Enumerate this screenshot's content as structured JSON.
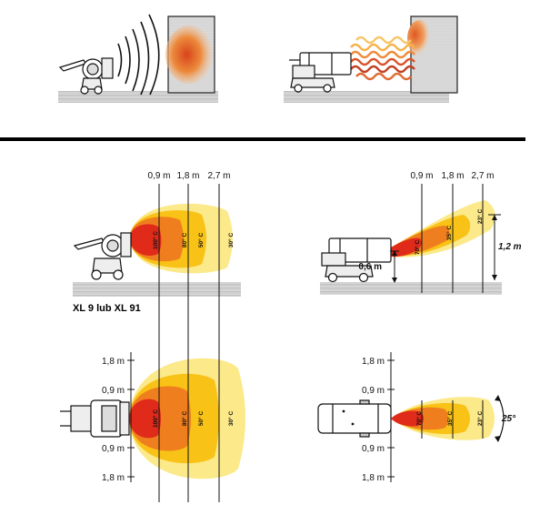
{
  "model_label": "XL 9 lub XL 91",
  "distances": [
    "0,9 m",
    "1,8 m",
    "2,7 m"
  ],
  "left_side_temps": [
    "100° C",
    "80° C",
    "50° C",
    "30° C"
  ],
  "left_top_temps": [
    "100° C",
    "80° C",
    "50° C",
    "30° C"
  ],
  "right_side_temps": [
    "70° C",
    "35° C",
    "23° C"
  ],
  "right_top_temps": [
    "70° C",
    "35° C",
    "23° C"
  ],
  "height_low": "0,6 m",
  "height_high": "1,2 m",
  "left_width_ticks": [
    "1,8 m",
    "0,9 m",
    "0,9 m",
    "1,8 m"
  ],
  "right_width_ticks": [
    "1,8 m",
    "0,9 m",
    "0,9 m",
    "1,8 m"
  ],
  "spread_angle": "25°",
  "colors": {
    "zone_hot": "#e02a1a",
    "zone_warm": "#ef7f1e",
    "zone_mid": "#f9c216",
    "zone_cool": "#fbe98a",
    "floor": "#cfcfcf",
    "wall": "#d8d8d8"
  }
}
